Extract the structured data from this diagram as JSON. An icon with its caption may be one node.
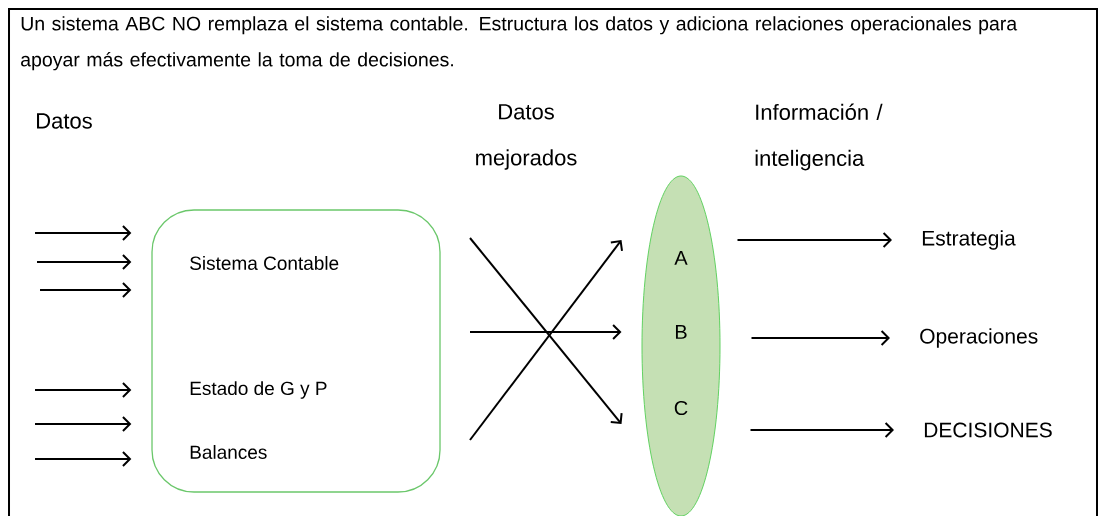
{
  "diagram": {
    "nodes": [
      {
        "text": [
          "Sistema Contable",
          "Estado de G y P",
          "Balances"
        ]
      },
      {
        "text": [
          "A",
          "B",
          "C"
        ]
      },
      {
        "text": [
          "Estrategia"
        ]
      },
      {
        "text": [
          "Operaciones"
        ]
      },
      {
        "text": [
          "DECISIONES"
        ]
      }
    ],
    "edges": [
      {
        "from": null,
        "to": 0,
        "arrow": "to"
      },
      {
        "from": null,
        "to": 0,
        "arrow": "to"
      },
      {
        "from": null,
        "to": 0,
        "arrow": "to"
      },
      {
        "from": null,
        "to": 0,
        "arrow": "to"
      },
      {
        "from": null,
        "to": 0,
        "arrow": "to"
      },
      {
        "from": null,
        "to": 0,
        "arrow": "to"
      },
      {
        "from": null,
        "to": 1,
        "arrow": "to"
      },
      {
        "from": null,
        "to": 1,
        "arrow": "to"
      },
      {
        "from": null,
        "to": 1,
        "arrow": "to"
      },
      {
        "from": 1,
        "to": 2,
        "arrow": "to"
      },
      {
        "from": 1,
        "to": 3,
        "arrow": "to"
      },
      {
        "from": 1,
        "to": 4,
        "arrow": "to"
      }
    ],
    "labels": [
      "Un sistema ABC NO remplaza el sistema contable. Estructura los datos y adiciona relaciones operacionales para apoyar más efectivamente la toma de decisiones.",
      "Datos",
      "Datos mejorados",
      "Información / inteligencia"
    ]
  }
}
